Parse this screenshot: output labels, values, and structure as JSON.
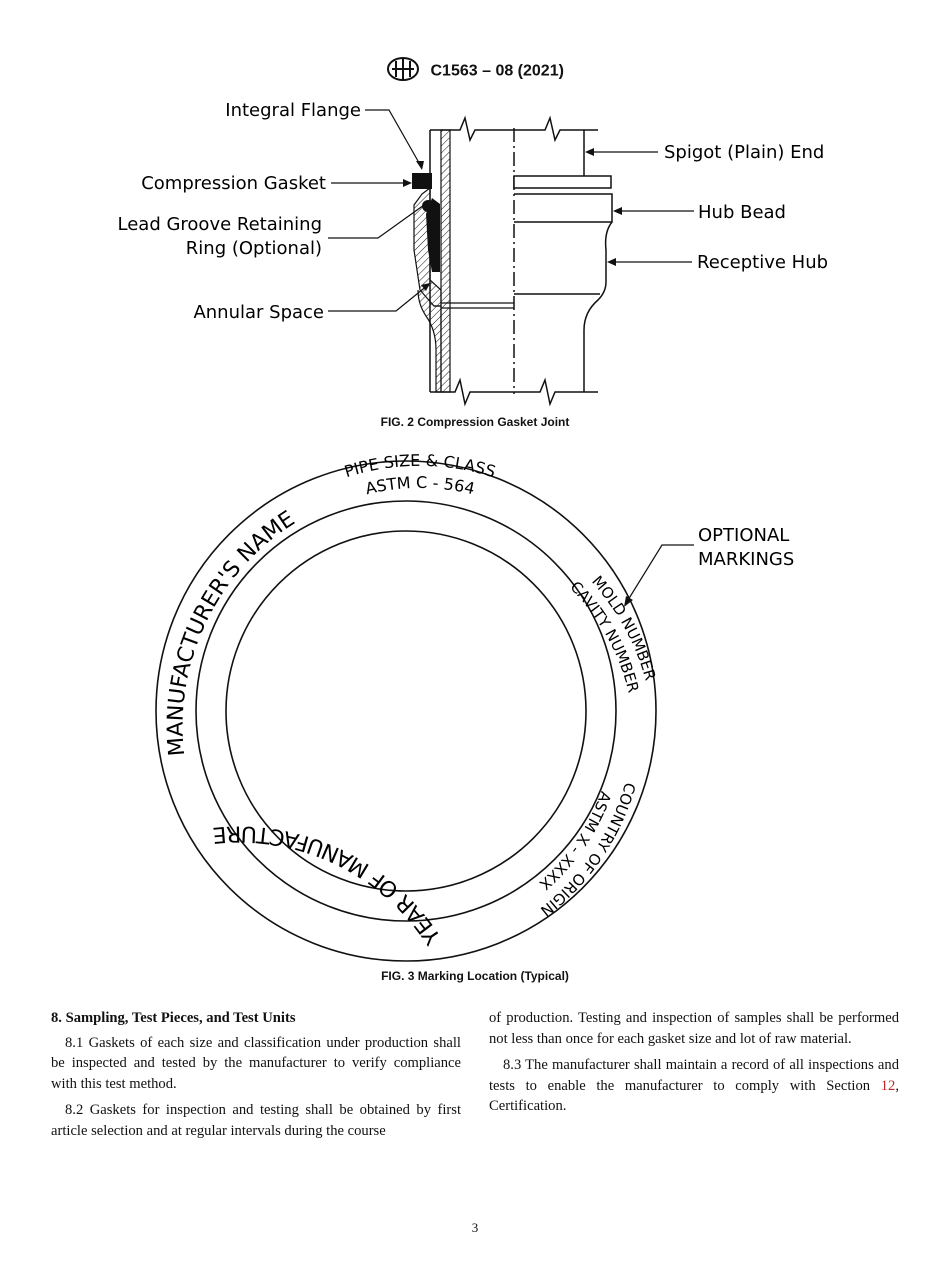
{
  "header": {
    "logo_icon": "astm-logo-icon",
    "doc_code": "C1563 – 08 (2021)"
  },
  "fig2": {
    "caption": "FIG. 2 Compression Gasket Joint",
    "labels": {
      "integral_flange": "Integral Flange",
      "compression_gasket": "Compression Gasket",
      "lead_groove_1": "Lead Groove Retaining",
      "lead_groove_2": "Ring (Optional)",
      "annular_space": "Annular Space",
      "spigot_end": "Spigot (Plain) End",
      "hub_bead": "Hub Bead",
      "receptive_hub": "Receptive Hub"
    }
  },
  "fig3": {
    "caption": "FIG. 3 Marking Location (Typical)",
    "optional_1": "OPTIONAL",
    "optional_2": "MARKINGS",
    "ring_texts": {
      "pipe_size": "PIPE SIZE & CLASS",
      "astm_c564": "ASTM C - 564",
      "manufacturer": "MANUFACTURER'S NAME",
      "mold_number": "MOLD NUMBER",
      "cavity_number": "CAVITY NUMBER",
      "country": "COUNTRY OF ORIGIN",
      "astm_x": "ASTM X - XXXX",
      "year": "YEAR OF MANUFACTURE"
    }
  },
  "section8": {
    "heading": "8. Sampling, Test Pieces, and Test Units",
    "p81": "8.1 Gaskets of each size and classification under production shall be inspected and tested by the manufacturer to verify compliance with this test method.",
    "p82": "8.2 Gaskets for inspection and testing shall be obtained by first article selection and at regular intervals during the course",
    "p82_cont": "of production. Testing and inspection of samples shall be performed not less than once for each gasket size and lot of raw material.",
    "p83_a": "8.3 The manufacturer shall maintain a record of all inspections and tests to enable the manufacturer to comply with Section ",
    "p83_ref": "12",
    "p83_b": ", Certification."
  },
  "page_number": "3"
}
